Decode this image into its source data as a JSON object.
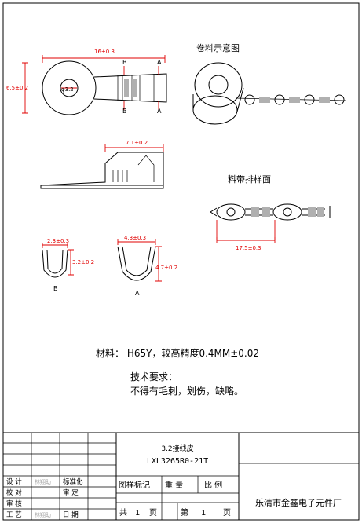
{
  "views": {
    "top": {
      "width_dim": "16±0.3",
      "height_dim": "6.5±0.2",
      "hole_dim": "φ3.2",
      "section_a": "A",
      "section_b": "B"
    },
    "side": {
      "length_dim": "7.1±0.2"
    },
    "coil": {
      "title": "卷料示意图"
    },
    "strip": {
      "title": "料带排样面",
      "pitch_dim": "17.5±0.3"
    },
    "section_b": {
      "width_dim": "2.3±0.3",
      "height_dim": "3.2±0.2",
      "label": "B"
    },
    "section_a": {
      "width_dim": "4.3±0.3",
      "height_dim": "4.7±0.2",
      "label": "A"
    }
  },
  "notes": {
    "material": "材料： H65Y，较高精度0.4MM±0.02",
    "req_title": "技术要求：",
    "req_text": "不得有毛刺，划伤，缺略。"
  },
  "title_block": {
    "part_name": "3.2接线皮",
    "part_number": "LXL3265R0-21T",
    "rows": [
      {
        "label": "设  计",
        "name": "林翔助",
        "label2": "标准化"
      },
      {
        "label": "校  对",
        "name": "",
        "label2": "审  定"
      },
      {
        "label": "审  核",
        "name": "",
        "label2": ""
      },
      {
        "label": "工  艺",
        "name": "林翔助",
        "label2": "日  期"
      }
    ],
    "headers": {
      "mark": "图样标记",
      "weight": "重  量",
      "scale": "比  例"
    },
    "sheets": {
      "total_pre": "共",
      "total": "1",
      "page_unit": "页",
      "cur_pre": "第",
      "cur": "1",
      "cur_unit": "页"
    },
    "company": "乐清市金鑫电子元件厂"
  }
}
